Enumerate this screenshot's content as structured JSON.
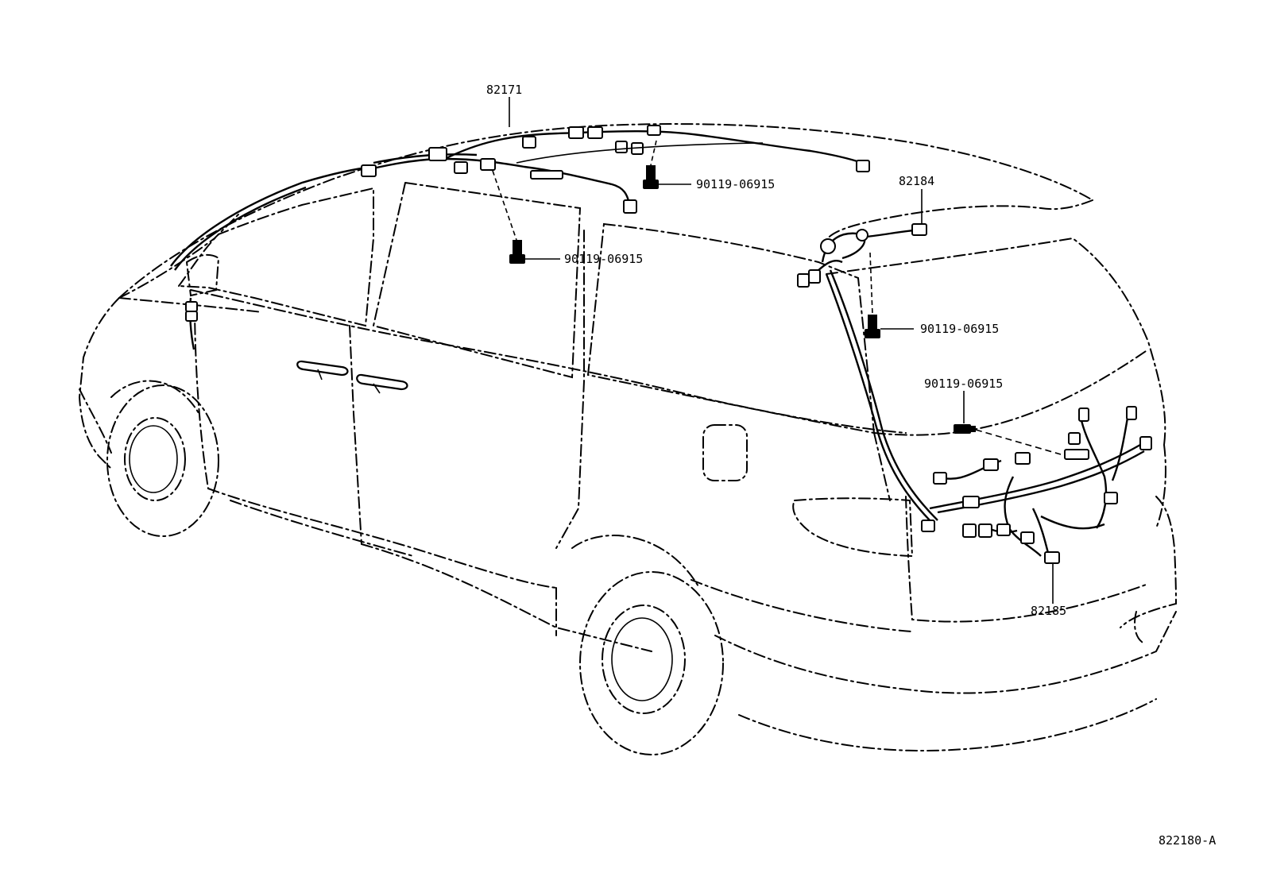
{
  "labels": {
    "harness_roof": "82171",
    "harness_back_door": "82184",
    "harness_rear": "82185",
    "bolt_1": "90119-06915",
    "bolt_2": "90119-06915",
    "bolt_3": "90119-06915",
    "bolt_4": "90119-06915",
    "diagram_id": "822180-A"
  }
}
